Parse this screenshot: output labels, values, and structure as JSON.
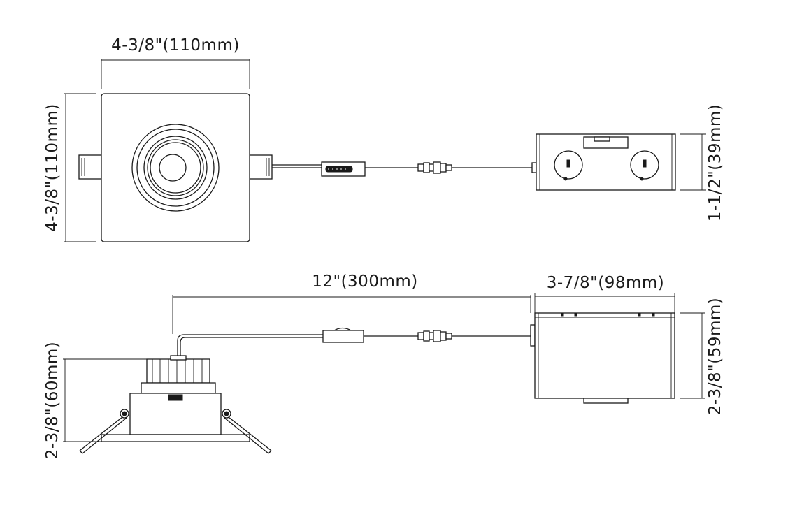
{
  "dimensions": {
    "top_width": "4-3/8\"(110mm)",
    "top_height": "4-3/8\"(110mm)",
    "box_height_top": "1-1/2\"(39mm)",
    "cable_length": "12\"(300mm)",
    "box_length": "3-7/8\"(98mm)",
    "box_height_side": "2-3/8\"(59mm)",
    "fixture_height": "2-3/8\"(60mm)"
  }
}
